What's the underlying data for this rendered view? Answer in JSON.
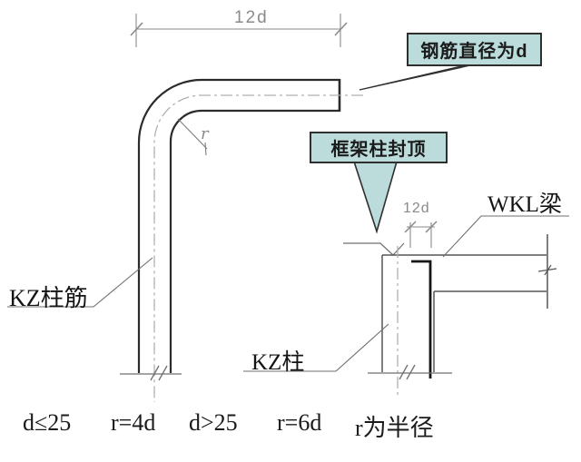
{
  "dimensions": {
    "top_hook_length": "12d",
    "column_hook_length": "12d"
  },
  "callouts": {
    "rebar_diameter": "钢筋直径为d",
    "frame_column_capping": "框架柱封顶"
  },
  "labels": {
    "beam": "WKL梁",
    "column_rebar": "KZ柱筋",
    "column": "KZ柱",
    "bend_radius": "r"
  },
  "notes": {
    "rule1_condition": "d≤25",
    "rule1_radius": "r=4d",
    "rule2_condition": "d>25",
    "rule2_radius": "r=6d",
    "radius_note": "r为半径"
  },
  "colors": {
    "background": "#ffffff",
    "callout_fill": "#bcdbdb",
    "callout_border": "#2f2f2f",
    "rebar_outline": "#2b2b2b",
    "structure_line": "#555555",
    "dimension_line": "#8a8a8a",
    "centerline": "#b0b0b0",
    "text_dark": "#1b1b1b"
  }
}
